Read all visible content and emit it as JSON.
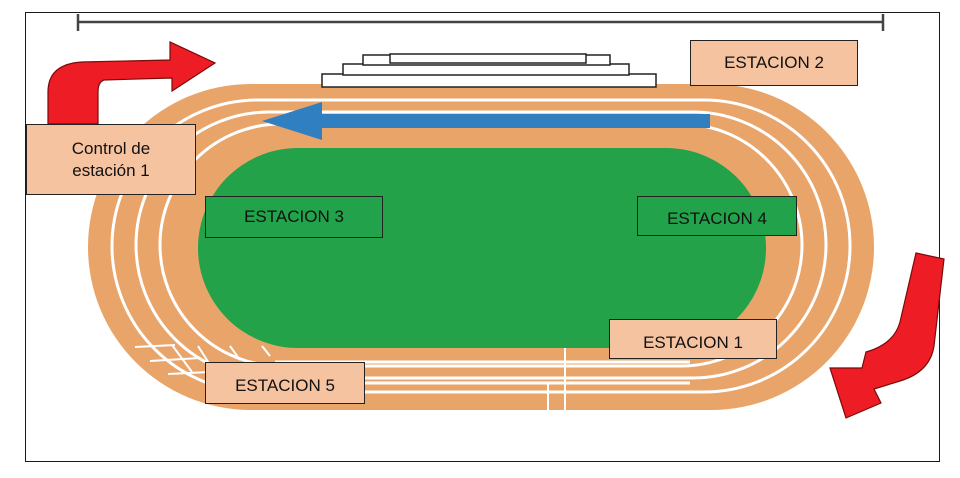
{
  "labels": {
    "station_2": "ESTACION 2",
    "control": "Control de\nestación 1",
    "station_3": "ESTACION  3",
    "station_4": "ESTACION 4",
    "station_1": "ESTACION 1",
    "station_5": "ESTACION 5"
  },
  "colors": {
    "track": "#e9a46a",
    "lane_line": "#ffffff",
    "field": "#23a24a",
    "direction_arrow": "#2f7fc1",
    "turn_arrow": "#ee1c25",
    "label_fill": "#f6c3a0",
    "green_label_fill": "#22a24a"
  },
  "icons": {
    "top_scale": "dimension-line-icon",
    "grandstand": "grandstand-icon",
    "left_turn": "curved-arrow-right-icon",
    "right_turn": "curved-arrow-down-icon",
    "direction": "arrow-left-icon"
  }
}
